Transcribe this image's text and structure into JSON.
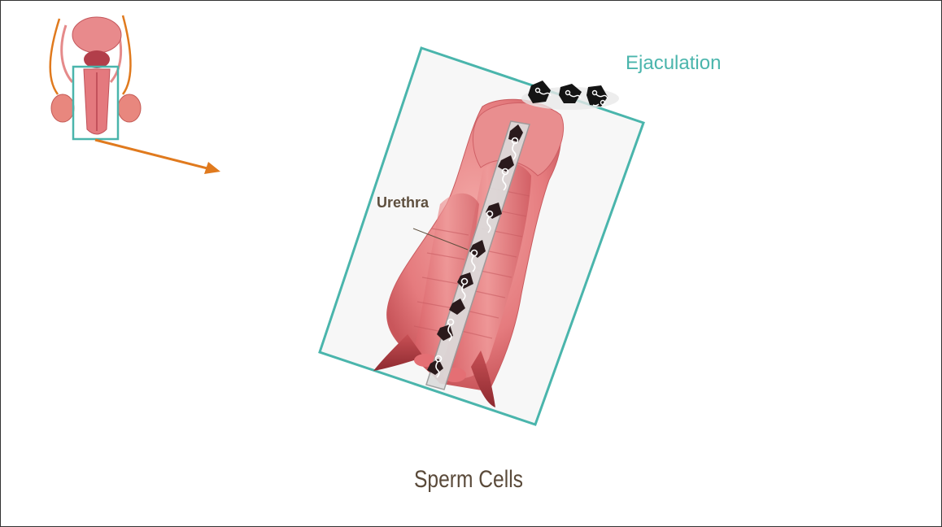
{
  "labels": {
    "ejaculation": "Ejaculation",
    "urethra": "Urethra",
    "caption": "Sperm Cells"
  },
  "colors": {
    "frame": "#4ab5ac",
    "arrow": "#e07a1e",
    "tissue": "#e8868a",
    "tissue_dark": "#b8474d",
    "text": "#5e4f3e",
    "ejaculation_text": "#4ab5ac"
  },
  "icons": {
    "sperm": "sperm-icon",
    "overview": "male-reproductive-system-thumbnail",
    "arrow": "arrow-right-icon"
  }
}
